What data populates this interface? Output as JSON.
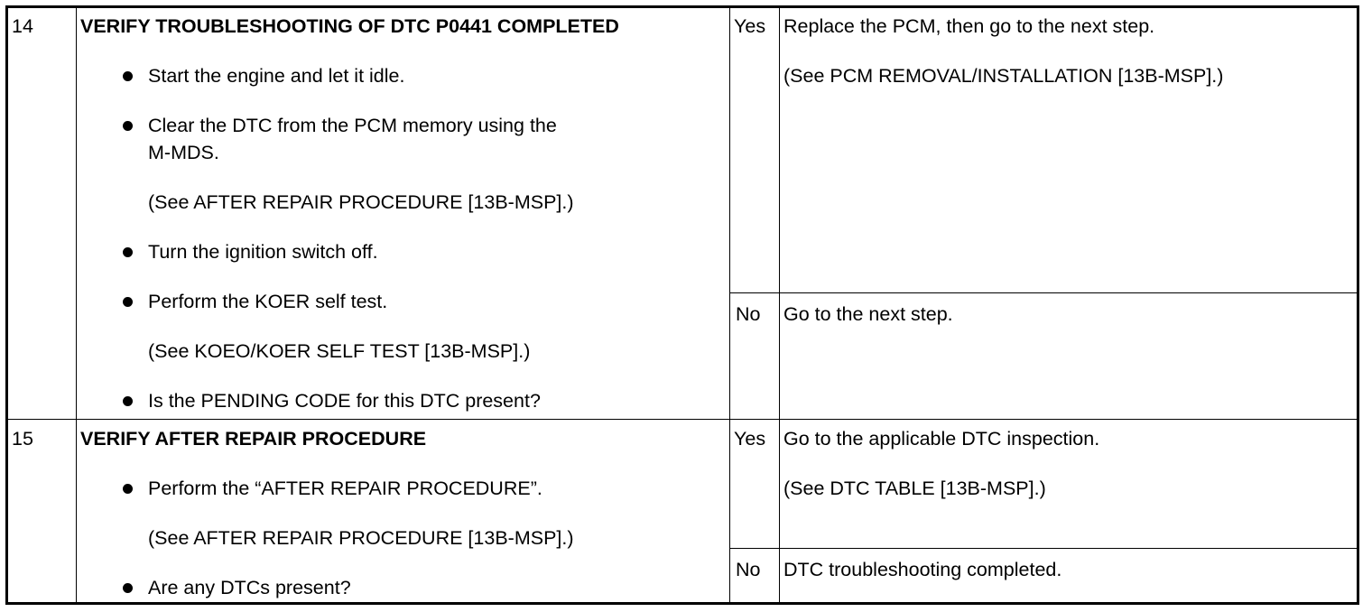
{
  "rows": [
    {
      "step": "14",
      "title": "VERIFY TROUBLESHOOTING OF DTC P0441 COMPLETED",
      "items": [
        {
          "bullet": true,
          "lines": [
            "Start the engine and let it idle."
          ]
        },
        {
          "bullet": true,
          "lines": [
            "Clear the DTC from the PCM memory using the",
            "M-MDS."
          ]
        },
        {
          "bullet": false,
          "lines": [
            "(See AFTER REPAIR PROCEDURE [13B-MSP].)"
          ]
        },
        {
          "bullet": true,
          "lines": [
            "Turn the ignition switch off."
          ]
        },
        {
          "bullet": true,
          "lines": [
            "Perform the KOER self test."
          ]
        },
        {
          "bullet": false,
          "lines": [
            "(See KOEO/KOER SELF TEST [13B-MSP].)"
          ]
        },
        {
          "bullet": true,
          "lines": [
            "Is the PENDING CODE for this DTC present?"
          ]
        }
      ],
      "yes_label": "Yes",
      "yes_action": [
        "Replace the PCM, then go to the next step.",
        "(See PCM REMOVAL/INSTALLATION [13B-MSP].)"
      ],
      "no_label": "No",
      "no_action": [
        "Go to the next step."
      ]
    },
    {
      "step": "15",
      "title": "VERIFY AFTER REPAIR PROCEDURE",
      "items": [
        {
          "bullet": true,
          "lines": [
            "Perform the “AFTER REPAIR PROCEDURE”."
          ]
        },
        {
          "bullet": false,
          "lines": [
            "(See AFTER REPAIR PROCEDURE [13B-MSP].)"
          ]
        },
        {
          "bullet": true,
          "lines": [
            "Are any DTCs present?"
          ]
        }
      ],
      "yes_label": "Yes",
      "yes_action": [
        "Go to the applicable DTC inspection.",
        "(See DTC TABLE [13B-MSP].)"
      ],
      "no_label": "No",
      "no_action": [
        "DTC troubleshooting completed."
      ]
    }
  ]
}
